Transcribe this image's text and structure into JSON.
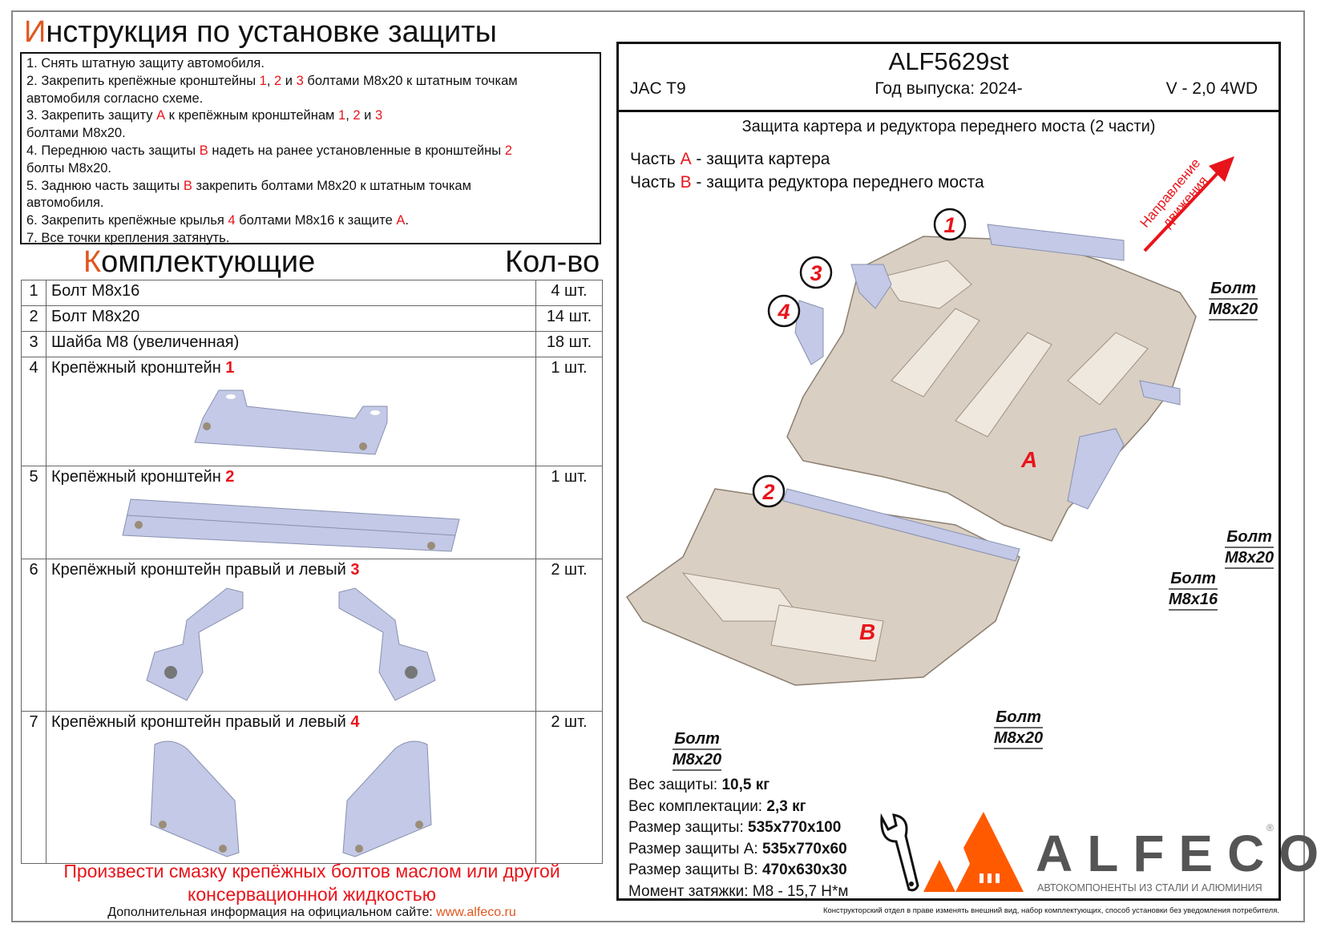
{
  "header": {
    "title_first": "И",
    "title_rest": "нструкция по установке защиты"
  },
  "steps": [
    [
      {
        "t": "1. Снять штатную защиту автомобиля."
      }
    ],
    [
      {
        "t": "2. Закрепить крепёжные кронштейны "
      },
      {
        "t": "1",
        "r": true
      },
      {
        "t": ", "
      },
      {
        "t": "2",
        "r": true
      },
      {
        "t": " и "
      },
      {
        "t": "3",
        "r": true
      },
      {
        "t": " болтами М8х20 к штатным точкам"
      }
    ],
    [
      {
        "t": "автомобиля согласно схеме."
      }
    ],
    [
      {
        "t": "3. Закрепить защиту "
      },
      {
        "t": "А",
        "r": true
      },
      {
        "t": " к крепёжным кронштейнам "
      },
      {
        "t": "1",
        "r": true
      },
      {
        "t": ", "
      },
      {
        "t": "2",
        "r": true
      },
      {
        "t": " и "
      },
      {
        "t": "3",
        "r": true
      }
    ],
    [
      {
        "t": "болтами М8х20."
      }
    ],
    [
      {
        "t": "4. Переднюю часть защиты "
      },
      {
        "t": "В",
        "r": true
      },
      {
        "t": " надеть на ранее установленные в кронштейны "
      },
      {
        "t": "2",
        "r": true
      }
    ],
    [
      {
        "t": "болты М8х20."
      }
    ],
    [
      {
        "t": "5. Заднюю часть защиты "
      },
      {
        "t": "В",
        "r": true
      },
      {
        "t": " закрепить болтами М8х20 к штатным точкам"
      }
    ],
    [
      {
        "t": "автомобиля."
      }
    ],
    [
      {
        "t": "6. Закрепить крепёжные крылья "
      },
      {
        "t": "4",
        "r": true
      },
      {
        "t": " болтами М8х16 к защите "
      },
      {
        "t": "А",
        "r": true
      },
      {
        "t": "."
      }
    ],
    [
      {
        "t": "7. Все точки крепления затянуть."
      }
    ]
  ],
  "kit": {
    "title_first": "К",
    "title_rest": "омплектующие",
    "qty_header": "Кол-во",
    "items": [
      {
        "num": "1",
        "name": "Болт М8х16",
        "mark": "",
        "qty": "4 шт."
      },
      {
        "num": "2",
        "name": "Болт М8х20",
        "mark": "",
        "qty": "14 шт."
      },
      {
        "num": "3",
        "name": "Шайба М8 (увеличенная)",
        "mark": "",
        "qty": "18 шт."
      },
      {
        "num": "4",
        "name": "Крепёжный кронштейн ",
        "mark": "1",
        "qty": "1 шт."
      },
      {
        "num": "5",
        "name": "Крепёжный кронштейн ",
        "mark": "2",
        "qty": "1 шт."
      },
      {
        "num": "6",
        "name": "Крепёжный кронштейн правый и левый ",
        "mark": "3",
        "qty": "2 шт."
      },
      {
        "num": "7",
        "name": "Крепёжный кронштейн правый и левый ",
        "mark": "4",
        "qty": "2 шт."
      }
    ]
  },
  "notice": {
    "line1": "Произвести смазку крепёжных болтов маслом или другой",
    "line2": "консервационной жидкостью"
  },
  "site": {
    "label": "Дополнительная информация на официальном сайте: ",
    "url_pre": "www.",
    "url_brand": "alfeco",
    "url_post": ".ru"
  },
  "product": {
    "code": "ALF5629st",
    "car": "JAC T9",
    "year": "Год выпуска: 2024-",
    "engine": "V - 2,0 4WD",
    "subtitle": "Защита картера и редуктора переднего моста (2 части)",
    "partA_pre": "Часть ",
    "partA_letter": "А",
    "partA_post": " - защита картера",
    "partB_pre": "Часть ",
    "partB_letter": "В",
    "partB_post": " - защита редуктора переднего моста",
    "direction_line1": "Направление",
    "direction_line2": "движения"
  },
  "diagram": {
    "markers": [
      "1",
      "2",
      "3",
      "4"
    ],
    "part_labels": [
      "A",
      "B"
    ],
    "callouts": [
      {
        "top": "Болт",
        "bottom": "М8х20"
      },
      {
        "top": "Болт",
        "bottom": "М8х20"
      },
      {
        "top": "Болт",
        "bottom": "М8х16"
      },
      {
        "top": "Болт",
        "bottom": "М8х20"
      },
      {
        "top": "Болт",
        "bottom": "М8х20"
      }
    ]
  },
  "specs": [
    {
      "label": "Вес защиты: ",
      "value": "10,5 кг",
      "bold": true
    },
    {
      "label": "Вес комплектации: ",
      "value": "2,3 кг",
      "bold": true
    },
    {
      "label": "Размер защиты: ",
      "value": "535x770x100",
      "bold": true
    },
    {
      "label": "Размер защиты А: ",
      "value": "535x770x60",
      "bold": true
    },
    {
      "label": "Размер защиты В: ",
      "value": "470x630x30",
      "bold": true
    },
    {
      "label": "Момент затяжки: ",
      "value": "М8 - 15,7 Н*м",
      "bold": false
    }
  ],
  "brand": {
    "name": "ALFECO",
    "tagline": "АВТОКОМПОНЕНТЫ ИЗ СТАЛИ И АЛЮМИНИЯ",
    "registered": "®",
    "color": "#ff5a00",
    "text_color": "#555555"
  },
  "disclaimer": "Конструкторский отдел в праве изменять внешний вид, набор комплектующих, способ установки без уведомления потребителя."
}
